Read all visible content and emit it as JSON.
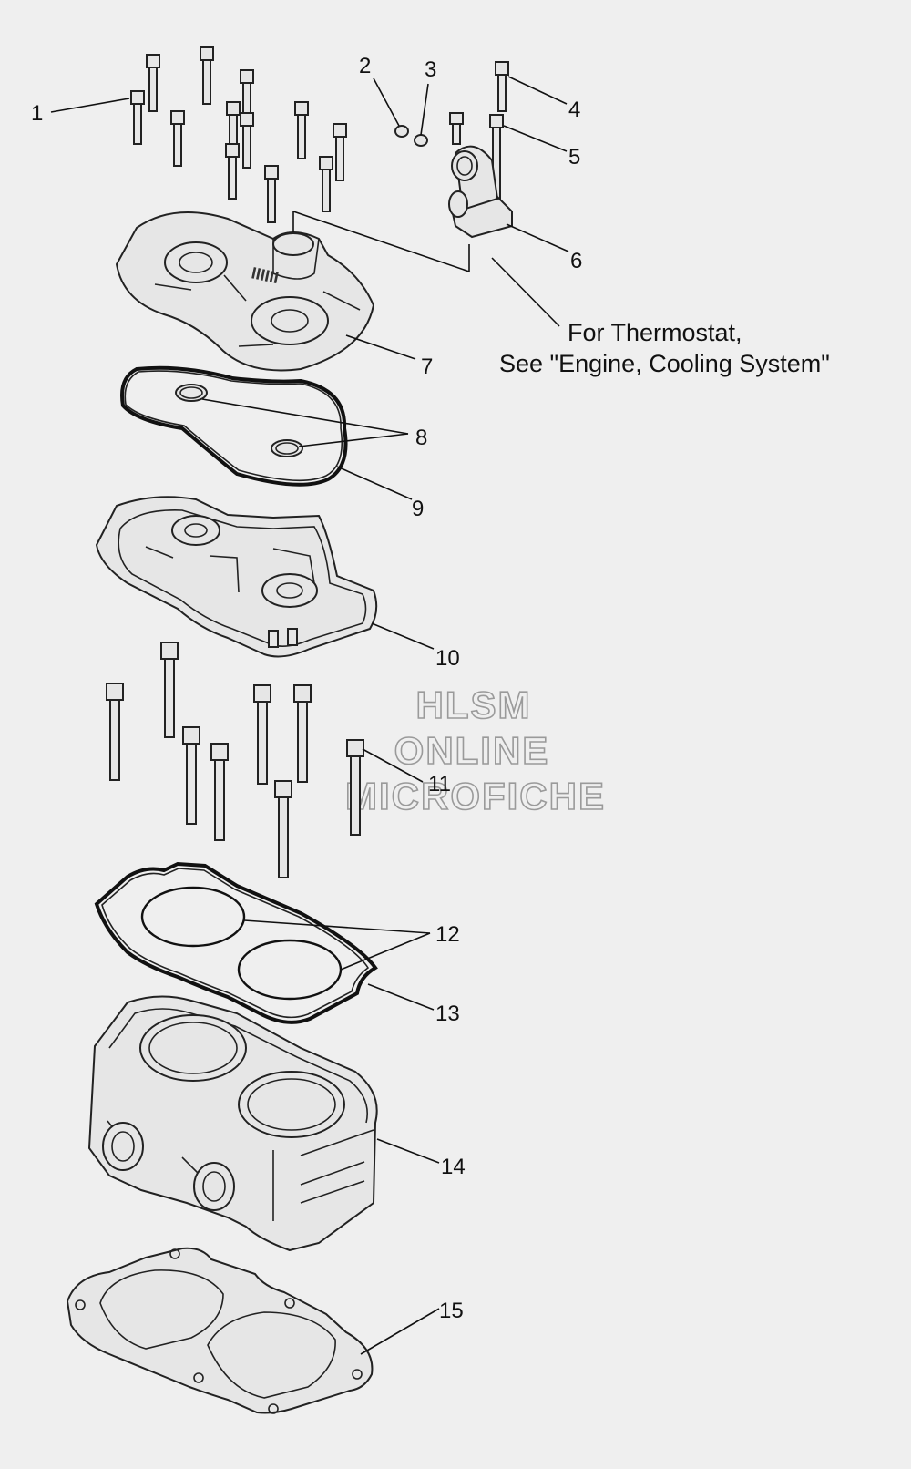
{
  "callouts": [
    {
      "id": "1",
      "text": "1"
    },
    {
      "id": "2",
      "text": "2"
    },
    {
      "id": "3",
      "text": "3"
    },
    {
      "id": "4",
      "text": "4"
    },
    {
      "id": "5",
      "text": "5"
    },
    {
      "id": "6",
      "text": "6"
    },
    {
      "id": "7",
      "text": "7"
    },
    {
      "id": "8",
      "text": "8"
    },
    {
      "id": "9",
      "text": "9"
    },
    {
      "id": "10",
      "text": "10"
    },
    {
      "id": "11",
      "text": "11"
    },
    {
      "id": "12",
      "text": "12"
    },
    {
      "id": "13",
      "text": "13"
    },
    {
      "id": "14",
      "text": "14"
    },
    {
      "id": "15",
      "text": "15"
    }
  ],
  "note": {
    "line1": "For Thermostat,",
    "line2": "See \"Engine, Cooling System\""
  },
  "watermark": {
    "line1": "HLSM",
    "line2": "ONLINE",
    "line3": "MICROFICHE"
  }
}
